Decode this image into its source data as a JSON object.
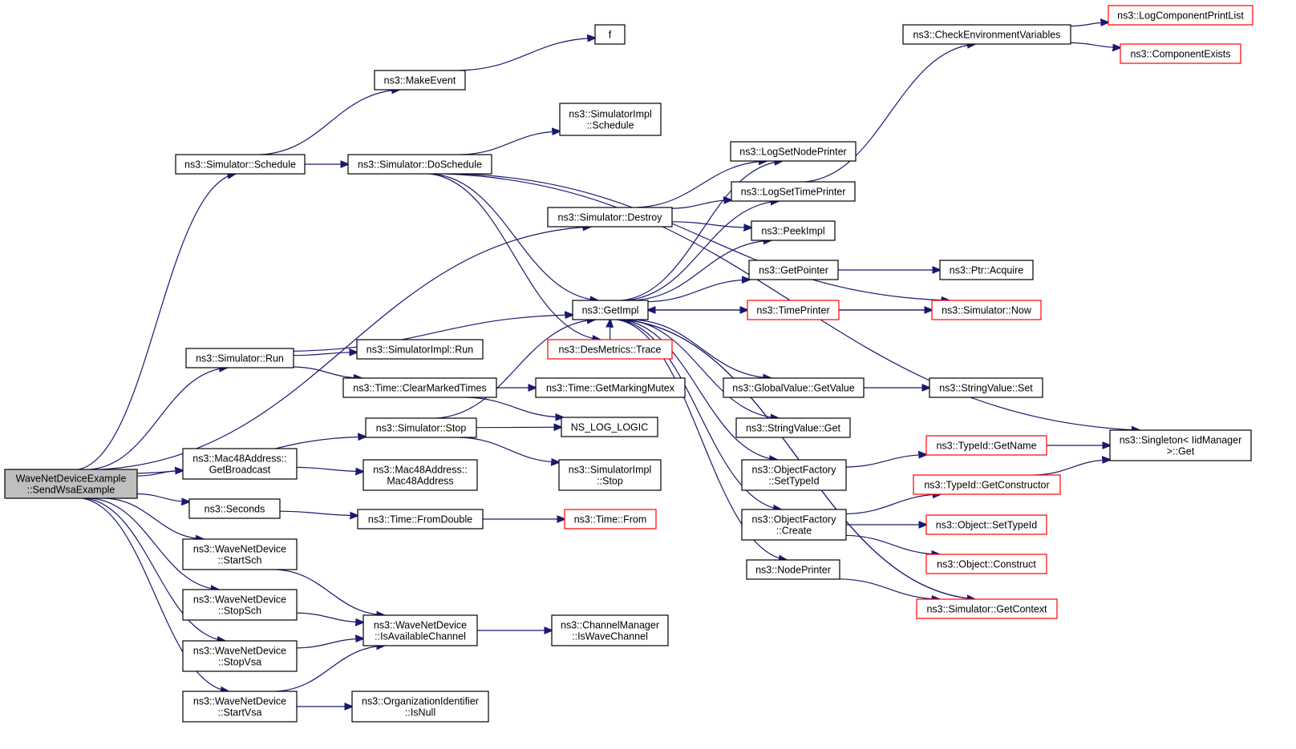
{
  "diagram": {
    "colors": {
      "edge": "#191970",
      "node_border": "#000000",
      "truncated_border": "#ff0000",
      "root_fill": "#bfbfbf",
      "node_fill": "#ffffff"
    },
    "nodes": [
      {
        "id": "root",
        "lines": [
          "WaveNetDeviceExample",
          "::SendWsaExample"
        ],
        "style": "root"
      },
      {
        "id": "sim_schedule",
        "lines": [
          "ns3::Simulator::Schedule"
        ],
        "style": "normal"
      },
      {
        "id": "makeevent",
        "lines": [
          "ns3::MakeEvent"
        ],
        "style": "normal"
      },
      {
        "id": "f",
        "lines": [
          "f"
        ],
        "style": "normal"
      },
      {
        "id": "doschedule",
        "lines": [
          "ns3::Simulator::DoSchedule"
        ],
        "style": "normal"
      },
      {
        "id": "simimpl_schedule",
        "lines": [
          "ns3::SimulatorImpl",
          "::Schedule"
        ],
        "style": "normal"
      },
      {
        "id": "checkenv",
        "lines": [
          "ns3::CheckEnvironmentVariables"
        ],
        "style": "normal"
      },
      {
        "id": "logcomplist",
        "lines": [
          "ns3::LogComponentPrintList"
        ],
        "style": "truncated"
      },
      {
        "id": "compexists",
        "lines": [
          "ns3::ComponentExists"
        ],
        "style": "truncated"
      },
      {
        "id": "lognodeprinter",
        "lines": [
          "ns3::LogSetNodePrinter"
        ],
        "style": "normal"
      },
      {
        "id": "logtimeprinter",
        "lines": [
          "ns3::LogSetTimePrinter"
        ],
        "style": "normal"
      },
      {
        "id": "destroy",
        "lines": [
          "ns3::Simulator::Destroy"
        ],
        "style": "normal"
      },
      {
        "id": "peekimpl",
        "lines": [
          "ns3::PeekImpl"
        ],
        "style": "normal"
      },
      {
        "id": "getpointer",
        "lines": [
          "ns3::GetPointer"
        ],
        "style": "normal"
      },
      {
        "id": "ptracquire",
        "lines": [
          "ns3::Ptr::Acquire"
        ],
        "style": "normal"
      },
      {
        "id": "getimpl",
        "lines": [
          "ns3::GetImpl"
        ],
        "style": "normal"
      },
      {
        "id": "timeprinter",
        "lines": [
          "ns3::TimePrinter"
        ],
        "style": "truncated"
      },
      {
        "id": "simnow",
        "lines": [
          "ns3::Simulator::Now"
        ],
        "style": "truncated"
      },
      {
        "id": "desmetrics",
        "lines": [
          "ns3::DesMetrics::Trace"
        ],
        "style": "truncated"
      },
      {
        "id": "simrun",
        "lines": [
          "ns3::Simulator::Run"
        ],
        "style": "normal"
      },
      {
        "id": "simimplrun",
        "lines": [
          "ns3::SimulatorImpl::Run"
        ],
        "style": "normal"
      },
      {
        "id": "clearmarked",
        "lines": [
          "ns3::Time::ClearMarkedTimes"
        ],
        "style": "normal"
      },
      {
        "id": "getmarkingmutex",
        "lines": [
          "ns3::Time::GetMarkingMutex"
        ],
        "style": "normal"
      },
      {
        "id": "globalgetvalue",
        "lines": [
          "ns3::GlobalValue::GetValue"
        ],
        "style": "normal"
      },
      {
        "id": "stringvalueset",
        "lines": [
          "ns3::StringValue::Set"
        ],
        "style": "normal"
      },
      {
        "id": "simstop",
        "lines": [
          "ns3::Simulator::Stop"
        ],
        "style": "normal"
      },
      {
        "id": "nslog",
        "lines": [
          "NS_LOG_LOGIC"
        ],
        "style": "normal"
      },
      {
        "id": "stringvalueget",
        "lines": [
          "ns3::StringValue::Get"
        ],
        "style": "normal"
      },
      {
        "id": "singleton",
        "lines": [
          "ns3::Singleton< IidManager",
          ">::Get"
        ],
        "style": "normal"
      },
      {
        "id": "getbroadcast",
        "lines": [
          "ns3::Mac48Address::",
          "GetBroadcast"
        ],
        "style": "normal"
      },
      {
        "id": "mac48address",
        "lines": [
          "ns3::Mac48Address::",
          "Mac48Address"
        ],
        "style": "normal"
      },
      {
        "id": "simimplstop",
        "lines": [
          "ns3::SimulatorImpl",
          "::Stop"
        ],
        "style": "normal"
      },
      {
        "id": "settypeid",
        "lines": [
          "ns3::ObjectFactory",
          "::SetTypeId"
        ],
        "style": "normal"
      },
      {
        "id": "typeidgetname",
        "lines": [
          "ns3::TypeId::GetName"
        ],
        "style": "truncated"
      },
      {
        "id": "typeidgetctor",
        "lines": [
          "ns3::TypeId::GetConstructor"
        ],
        "style": "truncated"
      },
      {
        "id": "seconds",
        "lines": [
          "ns3::Seconds"
        ],
        "style": "normal"
      },
      {
        "id": "fromdouble",
        "lines": [
          "ns3::Time::FromDouble"
        ],
        "style": "normal"
      },
      {
        "id": "timefrom",
        "lines": [
          "ns3::Time::From"
        ],
        "style": "truncated"
      },
      {
        "id": "ofcreate",
        "lines": [
          "ns3::ObjectFactory",
          "::Create"
        ],
        "style": "normal"
      },
      {
        "id": "objsettypeid",
        "lines": [
          "ns3::Object::SetTypeId"
        ],
        "style": "truncated"
      },
      {
        "id": "startsch",
        "lines": [
          "ns3::WaveNetDevice",
          "::StartSch"
        ],
        "style": "normal"
      },
      {
        "id": "objconstruct",
        "lines": [
          "ns3::Object::Construct"
        ],
        "style": "truncated"
      },
      {
        "id": "nodeprinter",
        "lines": [
          "ns3::NodePrinter"
        ],
        "style": "normal"
      },
      {
        "id": "stopsch",
        "lines": [
          "ns3::WaveNetDevice",
          "::StopSch"
        ],
        "style": "normal"
      },
      {
        "id": "isavailable",
        "lines": [
          "ns3::WaveNetDevice",
          "::IsAvailableChannel"
        ],
        "style": "normal"
      },
      {
        "id": "iswavechannel",
        "lines": [
          "ns3::ChannelManager",
          "::IsWaveChannel"
        ],
        "style": "normal"
      },
      {
        "id": "getcontext",
        "lines": [
          "ns3::Simulator::GetContext"
        ],
        "style": "truncated"
      },
      {
        "id": "stopvsa",
        "lines": [
          "ns3::WaveNetDevice",
          "::StopVsa"
        ],
        "style": "normal"
      },
      {
        "id": "startvsa",
        "lines": [
          "ns3::WaveNetDevice",
          "::StartVsa"
        ],
        "style": "normal"
      },
      {
        "id": "orgisnull",
        "lines": [
          "ns3::OrganizationIdentifier",
          "::IsNull"
        ],
        "style": "normal"
      }
    ],
    "edges": [
      [
        "root",
        "sim_schedule"
      ],
      [
        "sim_schedule",
        "makeevent"
      ],
      [
        "makeevent",
        "f"
      ],
      [
        "sim_schedule",
        "doschedule"
      ],
      [
        "doschedule",
        "simimpl_schedule"
      ],
      [
        "doschedule",
        "singleton"
      ],
      [
        "doschedule",
        "simnow"
      ],
      [
        "doschedule",
        "getimpl"
      ],
      [
        "doschedule",
        "desmetrics"
      ],
      [
        "checkenv",
        "logcomplist"
      ],
      [
        "checkenv",
        "compexists"
      ],
      [
        "logtimeprinter",
        "checkenv"
      ],
      [
        "root",
        "destroy"
      ],
      [
        "destroy",
        "logtimeprinter"
      ],
      [
        "destroy",
        "peekimpl"
      ],
      [
        "destroy",
        "lognodeprinter"
      ],
      [
        "getimpl",
        "lognodeprinter"
      ],
      [
        "getimpl",
        "logtimeprinter"
      ],
      [
        "getimpl",
        "peekimpl"
      ],
      [
        "getimpl",
        "getpointer"
      ],
      [
        "getpointer",
        "ptracquire"
      ],
      [
        "getimpl",
        "timeprinter"
      ],
      [
        "timeprinter",
        "simnow"
      ],
      [
        "simnow",
        "getimpl"
      ],
      [
        "getimpl",
        "globalgetvalue"
      ],
      [
        "globalgetvalue",
        "stringvalueset"
      ],
      [
        "getimpl",
        "stringvalueget"
      ],
      [
        "getimpl",
        "settypeid"
      ],
      [
        "settypeid",
        "typeidgetname"
      ],
      [
        "typeidgetname",
        "singleton"
      ],
      [
        "getimpl",
        "ofcreate"
      ],
      [
        "ofcreate",
        "typeidgetctor"
      ],
      [
        "typeidgetctor",
        "singleton"
      ],
      [
        "ofcreate",
        "objsettypeid"
      ],
      [
        "ofcreate",
        "objconstruct"
      ],
      [
        "getimpl",
        "nodeprinter"
      ],
      [
        "nodeprinter",
        "getcontext"
      ],
      [
        "getimpl",
        "getcontext"
      ],
      [
        "getcontext",
        "getimpl"
      ],
      [
        "desmetrics",
        "getimpl"
      ],
      [
        "root",
        "simrun"
      ],
      [
        "simrun",
        "getimpl"
      ],
      [
        "simrun",
        "simimplrun"
      ],
      [
        "simrun",
        "clearmarked"
      ],
      [
        "clearmarked",
        "getmarkingmutex"
      ],
      [
        "clearmarked",
        "nslog"
      ],
      [
        "root",
        "simstop"
      ],
      [
        "simstop",
        "getimpl"
      ],
      [
        "simstop",
        "nslog"
      ],
      [
        "simstop",
        "simimplstop"
      ],
      [
        "root",
        "getbroadcast"
      ],
      [
        "getbroadcast",
        "mac48address"
      ],
      [
        "root",
        "seconds"
      ],
      [
        "seconds",
        "fromdouble"
      ],
      [
        "fromdouble",
        "timefrom"
      ],
      [
        "root",
        "startsch"
      ],
      [
        "startsch",
        "isavailable"
      ],
      [
        "root",
        "stopsch"
      ],
      [
        "stopsch",
        "isavailable"
      ],
      [
        "root",
        "stopvsa"
      ],
      [
        "stopvsa",
        "isavailable"
      ],
      [
        "root",
        "startvsa"
      ],
      [
        "startvsa",
        "isavailable"
      ],
      [
        "isavailable",
        "iswavechannel"
      ],
      [
        "startvsa",
        "orgisnull"
      ]
    ]
  }
}
